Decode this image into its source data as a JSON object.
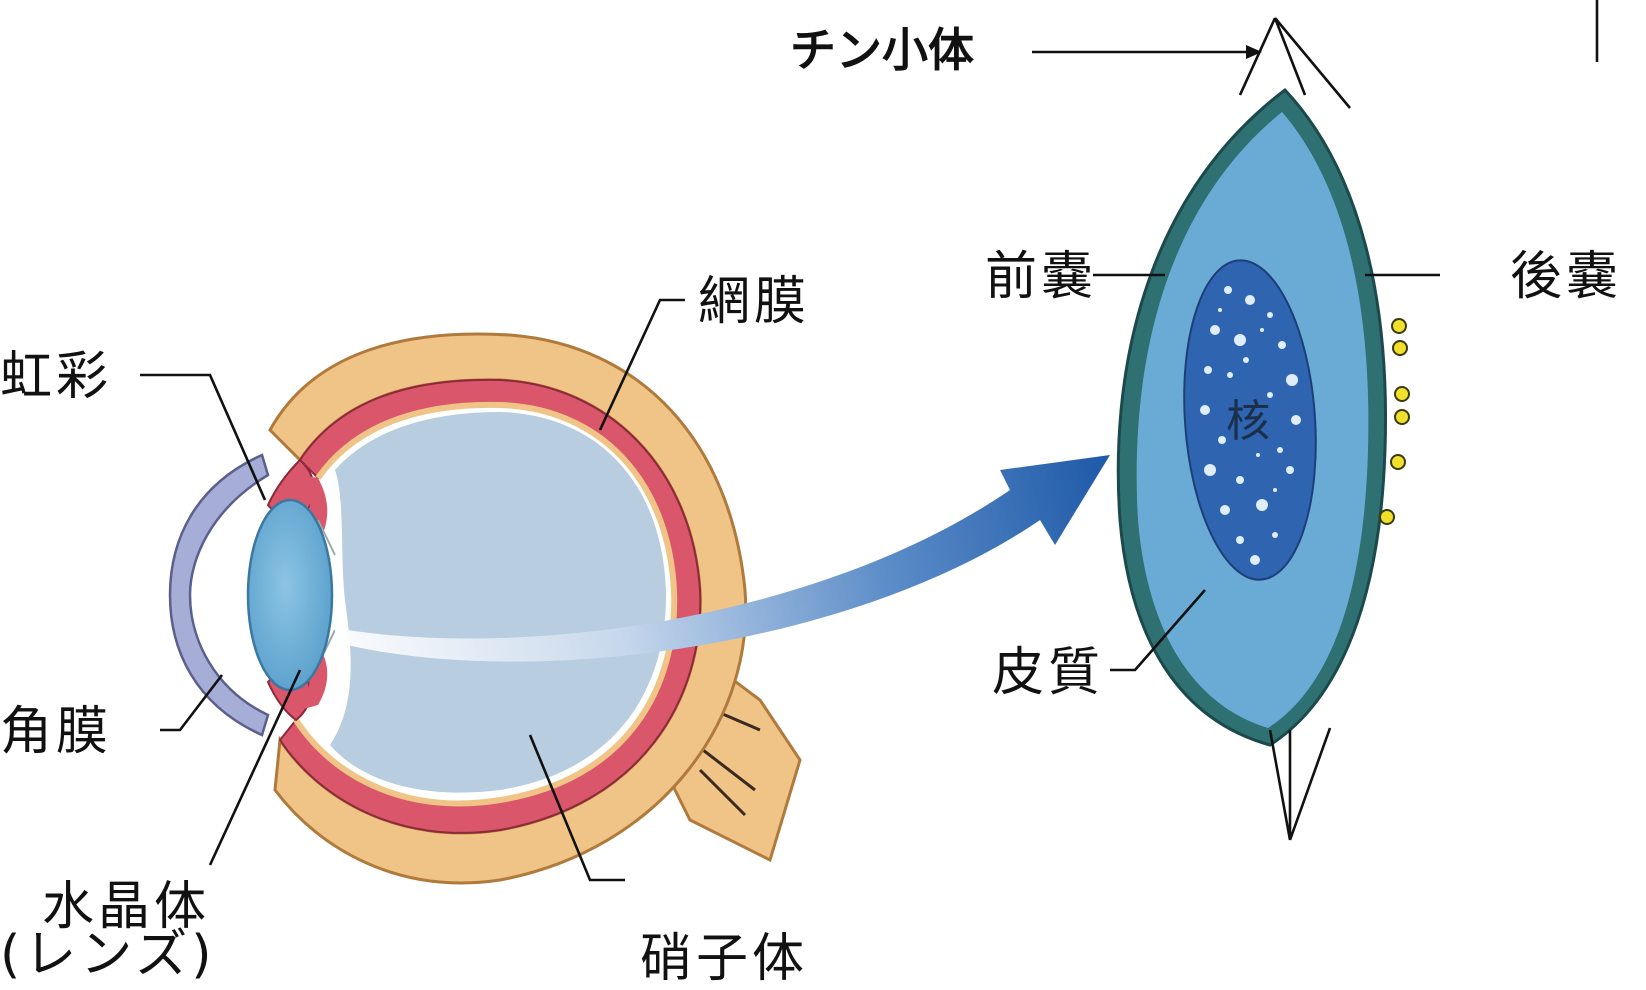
{
  "labels": {
    "zinn": "チン小体",
    "anterior_capsule": "前嚢",
    "posterior_capsule": "後嚢",
    "retina": "網膜",
    "iris": "虹彩",
    "cornea": "角膜",
    "lens_line1": "水晶体",
    "lens_line2": "(レンズ)",
    "vitreous": "硝子体",
    "cortex": "皮質",
    "nucleus": "核"
  },
  "colors": {
    "sclera": "#f0c486",
    "sclera_outline": "#b07a3c",
    "choroid": "#d9566b",
    "vitreous": "#b8cde0",
    "cornea": "#a6aed8",
    "lens": "#74b4da",
    "capsule": "#2f7073",
    "cortex": "#6aabd6",
    "nucleus": "#2f64b0",
    "arrow": "#1f5aa8",
    "marker": "#f0e02c"
  },
  "icons": {
    "arrow": "curved-arrow",
    "marker": "yellow-dot"
  }
}
